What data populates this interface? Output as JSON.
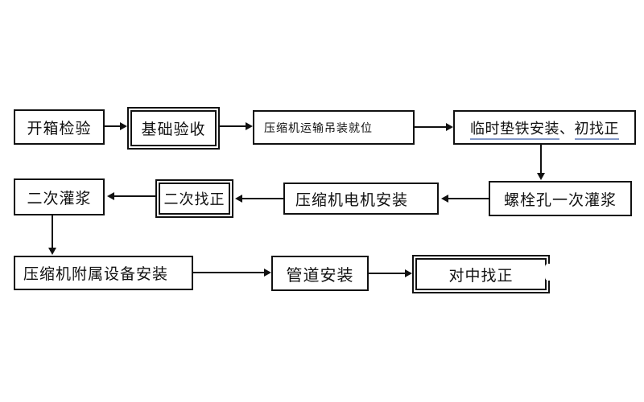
{
  "diagram": {
    "type": "flowchart",
    "language": "zh-CN",
    "background_color": "#ffffff",
    "line_color": "#111111",
    "underline_color": "#8298c8",
    "nodes": [
      {
        "label": "开箱检验",
        "border": "single"
      },
      {
        "label": "基础验收",
        "border": "double"
      },
      {
        "label": "压缩机运输吊装就位",
        "border": "single"
      },
      {
        "label": "临时垫铁安装、初找正",
        "border": "single",
        "underlined": true,
        "parts": [
          "临时垫铁安装",
          "、",
          "初找正"
        ]
      },
      {
        "label": "螺栓孔一次灌浆",
        "border": "single"
      },
      {
        "label": "压缩机电机安装",
        "border": "single"
      },
      {
        "label": "二次找正",
        "border": "double"
      },
      {
        "label": "二次灌浆",
        "border": "single"
      },
      {
        "label": "压缩机附属设备安装",
        "border": "single"
      },
      {
        "label": "管道安装",
        "border": "single"
      },
      {
        "label": "对中找正",
        "border": "double"
      }
    ],
    "edges": [
      {
        "from": "开箱检验",
        "to": "基础验收",
        "direction": "right"
      },
      {
        "from": "基础验收",
        "to": "压缩机运输吊装就位",
        "direction": "right"
      },
      {
        "from": "压缩机运输吊装就位",
        "to": "临时垫铁安装、初找正",
        "direction": "right"
      },
      {
        "from": "临时垫铁安装、初找正",
        "to": "螺栓孔一次灌浆",
        "direction": "down"
      },
      {
        "from": "螺栓孔一次灌浆",
        "to": "压缩机电机安装",
        "direction": "left"
      },
      {
        "from": "压缩机电机安装",
        "to": "二次找正",
        "direction": "left"
      },
      {
        "from": "二次找正",
        "to": "二次灌浆",
        "direction": "left"
      },
      {
        "from": "二次灌浆",
        "to": "压缩机附属设备安装",
        "direction": "down"
      },
      {
        "from": "压缩机附属设备安装",
        "to": "管道安装",
        "direction": "right"
      },
      {
        "from": "管道安装",
        "to": "对中找正",
        "direction": "right"
      }
    ]
  }
}
